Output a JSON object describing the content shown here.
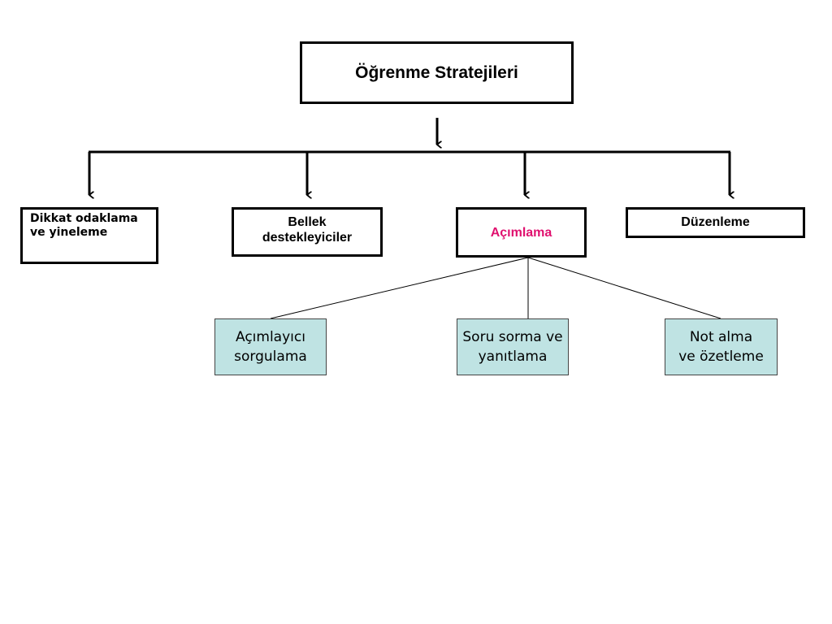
{
  "colors": {
    "background": "#ffffff",
    "line": "#000000",
    "highlight_text": "#e0116f",
    "sub_box_fill": "#bfe3e3"
  },
  "root": {
    "label": "Öğrenme Stratejileri"
  },
  "categories": [
    {
      "line1": "Dikkat odaklama",
      "line2": "ve yineleme"
    },
    {
      "line1": "Bellek",
      "line2": "destekleyiciler"
    },
    {
      "label": "Açımlama",
      "color": "#e0116f"
    },
    {
      "label": "Düzenleme"
    }
  ],
  "subitems": [
    {
      "line1": "Açımlayıcı",
      "line2": "sorgulama"
    },
    {
      "line1": "Soru sorma ve",
      "line2": "yanıtlama"
    },
    {
      "line1": "Not alma",
      "line2": "ve özetleme"
    }
  ]
}
